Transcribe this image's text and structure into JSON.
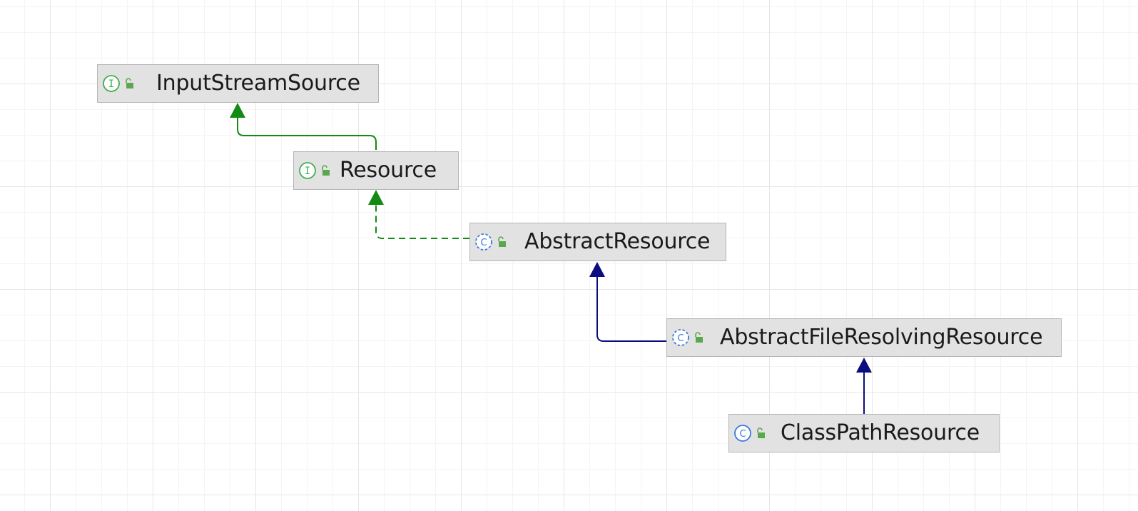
{
  "diagram": {
    "nodes": [
      {
        "id": "input-stream-source",
        "label": "InputStreamSource",
        "kind": "interface",
        "kind_icon": "interface-icon",
        "visibility_icon": "public-lock-icon"
      },
      {
        "id": "resource",
        "label": "Resource",
        "kind": "interface",
        "kind_icon": "interface-icon",
        "visibility_icon": "public-lock-icon"
      },
      {
        "id": "abstract-resource",
        "label": "AbstractResource",
        "kind": "abstract-class",
        "kind_icon": "abstract-class-icon",
        "visibility_icon": "public-lock-icon"
      },
      {
        "id": "abstract-file-resolving-resource",
        "label": "AbstractFileResolvingResource",
        "kind": "abstract-class",
        "kind_icon": "abstract-class-icon",
        "visibility_icon": "public-lock-icon"
      },
      {
        "id": "class-path-resource",
        "label": "ClassPathResource",
        "kind": "class",
        "kind_icon": "class-icon",
        "visibility_icon": "public-lock-icon"
      }
    ],
    "edges": [
      {
        "from": "resource",
        "to": "input-stream-source",
        "relation": "extends",
        "style": "solid",
        "color": "#138a13"
      },
      {
        "from": "abstract-resource",
        "to": "resource",
        "relation": "implements",
        "style": "dashed",
        "color": "#138a13"
      },
      {
        "from": "abstract-file-resolving-resource",
        "to": "abstract-resource",
        "relation": "extends",
        "style": "solid",
        "color": "#0c0c82"
      },
      {
        "from": "class-path-resource",
        "to": "abstract-file-resolving-resource",
        "relation": "extends",
        "style": "solid",
        "color": "#0c0c82"
      }
    ],
    "colors": {
      "interface_icon": "#3fae4c",
      "class_icon": "#3a78e0",
      "lock_icon": "#5aa84d",
      "node_fill": "#e2e2e2",
      "node_border": "#b5b5b5"
    }
  }
}
